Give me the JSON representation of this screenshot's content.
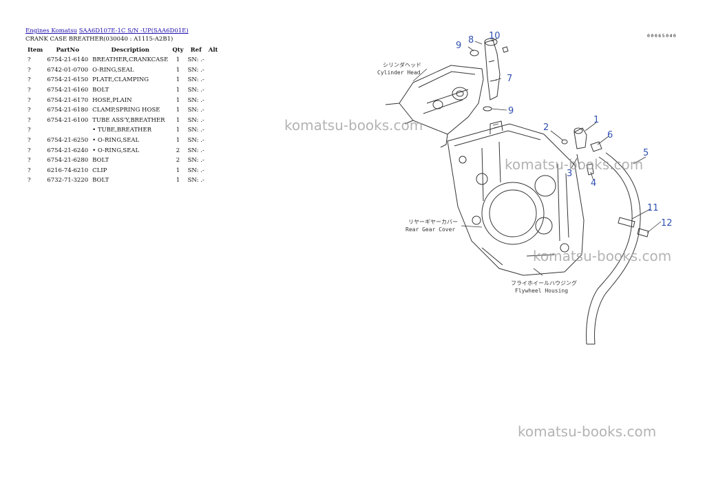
{
  "breadcrumb": {
    "items": [
      "Engines Komatsu",
      "SAA6D107E-1C S/N  -UP(SAA6D01E)"
    ]
  },
  "subtitle": "CRANK CASE BREATHER(030040 : A1115-A2B1)",
  "doc_id": "00065040",
  "table": {
    "headers": [
      "Item",
      "PartNo",
      "Description",
      "Qty",
      "Ref",
      "Alt"
    ],
    "rows": [
      {
        "item": "?",
        "part": "6754-21-6140",
        "desc": "BREATHER,CRANKCASE",
        "qty": "1",
        "ref": "SN: .-"
      },
      {
        "item": "?",
        "part": "6742-01-0700",
        "desc": "O-RING,SEAL",
        "qty": "1",
        "ref": "SN: .-"
      },
      {
        "item": "?",
        "part": "6754-21-6150",
        "desc": "PLATE,CLAMPING",
        "qty": "1",
        "ref": "SN: .-"
      },
      {
        "item": "?",
        "part": "6754-21-6160",
        "desc": "BOLT",
        "qty": "1",
        "ref": "SN: .-"
      },
      {
        "item": "?",
        "part": "6754-21-6170",
        "desc": "HOSE,PLAIN",
        "qty": "1",
        "ref": "SN: .-"
      },
      {
        "item": "?",
        "part": "6754-21-6180",
        "desc": "CLAMP,SPRING HOSE",
        "qty": "1",
        "ref": "SN: .-"
      },
      {
        "item": "?",
        "part": "6754-21-6100",
        "desc": "TUBE ASS'Y,BREATHER",
        "qty": "1",
        "ref": "SN: .-"
      },
      {
        "item": "?",
        "part": "",
        "desc": "• TUBE,BREATHER",
        "qty": "1",
        "ref": "SN: .-"
      },
      {
        "item": "?",
        "part": "6754-21-6250",
        "desc": "• O-RING,SEAL",
        "qty": "1",
        "ref": "SN: .-"
      },
      {
        "item": "?",
        "part": "6754-21-6240",
        "desc": "• O-RING,SEAL",
        "qty": "2",
        "ref": "SN: .-"
      },
      {
        "item": "?",
        "part": "6754-21-6280",
        "desc": "BOLT",
        "qty": "2",
        "ref": "SN: .-"
      },
      {
        "item": "?",
        "part": "6216-74-6210",
        "desc": "CLIP",
        "qty": "1",
        "ref": "SN: .-"
      },
      {
        "item": "?",
        "part": "6732-71-3220",
        "desc": "BOLT",
        "qty": "1",
        "ref": "SN: .-"
      }
    ]
  },
  "diagram": {
    "labels": {
      "cyl_jp": "シリンダヘッド",
      "cyl_en": "Cylinder Head",
      "rear_jp": "リヤーギヤーカバー",
      "rear_en": "Rear Gear Cover",
      "fly_jp": "フライホイールハウジング",
      "fly_en": "Flywheel Housing"
    },
    "callouts": [
      "8",
      "10",
      "9",
      "7",
      "9",
      "1",
      "2",
      "6",
      "3",
      "4",
      "5",
      "11",
      "12"
    ]
  },
  "watermark": "komatsu-books.com"
}
